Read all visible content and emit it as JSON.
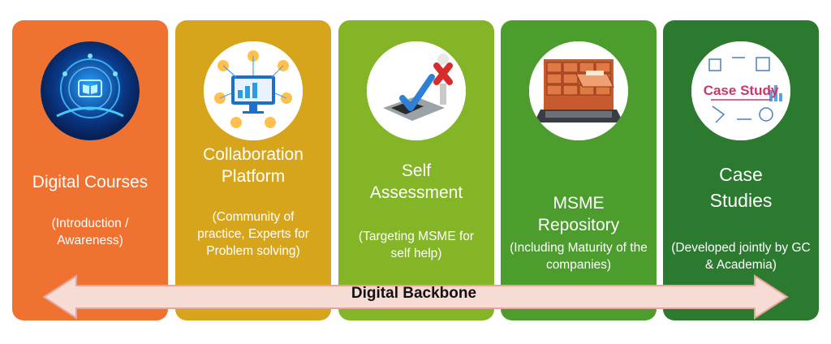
{
  "cards": [
    {
      "title": "Digital Courses",
      "subtitle": "(Introduction / Awareness)",
      "color": "#ef7231",
      "icon": "digital-learning-icon"
    },
    {
      "title": "Collaboration Platform",
      "subtitle": "(Community of practice, Experts for Problem solving)",
      "color": "#d7a51c",
      "icon": "collaboration-network-icon"
    },
    {
      "title": "Self Assessment",
      "subtitle": "(Targeting MSME for self help)",
      "color": "#83b526",
      "icon": "checkmark-assessment-icon"
    },
    {
      "title": "MSME Repository",
      "subtitle": "(Including Maturity of the companies)",
      "color": "#4c9c2e",
      "icon": "file-cabinet-icon"
    },
    {
      "title": "Case Studies",
      "subtitle": "(Developed jointly by GC & Academia)",
      "color": "#2b7a30",
      "icon": "case-study-icon"
    }
  ],
  "case_study_image_text": "Case Study",
  "backbone": {
    "label": "Digital Backbone",
    "fill": "#f7dcd5",
    "stroke": "#e8a39a"
  }
}
